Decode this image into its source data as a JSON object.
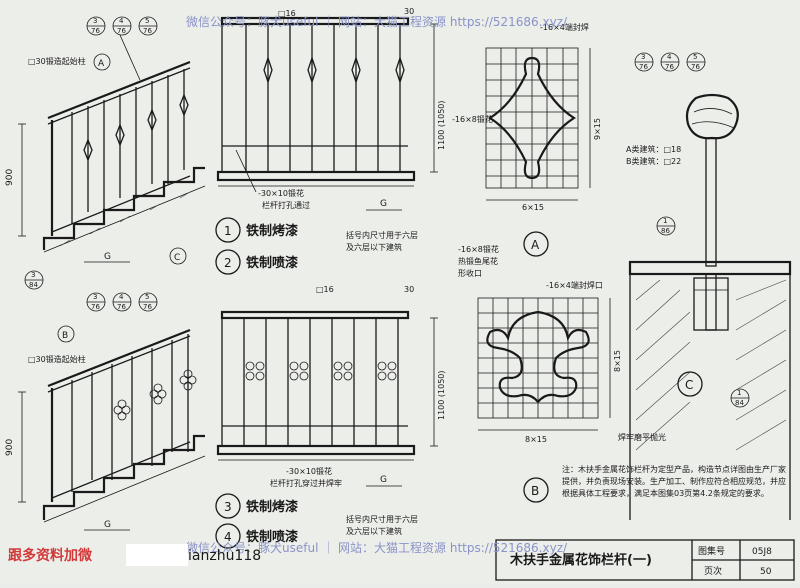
{
  "watermark_top": "微信公众号：豚犬useful ｜ 网站：大猫工程资源 https://521686.xyz/",
  "watermark_bottom": "微信公众号：豚犬useful ｜ 网站：大猫工程资源 https://521686.xyz/",
  "watermark_promo": "跟多资料加微",
  "watermark_id": "ianzhu118",
  "label_start_post_a": "□30锻造起始柱",
  "label_start_post_b": "□30锻造起始柱",
  "label_900": "900",
  "label_1100_1050": "1100 (1050)",
  "label_G": "G",
  "label_sq16": "□16",
  "label_30": "30",
  "label_flatbar_top": "-30×10锻花",
  "label_flatbar_top2": "栏杆打孔通过",
  "label_flatbar_bot": "-30×10锻花",
  "label_flatbar_bot2": "栏杆打孔穿过并焊牢",
  "label_paren_top": "括号内尺寸用于六层",
  "label_paren_top2": "及六层以下建筑",
  "label_paren_bot": "括号内尺寸用于六层",
  "label_paren_bot2": "及六层以下建筑",
  "variants": [
    {
      "num": "1",
      "text": "铁制烤漆"
    },
    {
      "num": "2",
      "text": "铁制喷漆"
    },
    {
      "num": "3",
      "text": "铁制烤漆"
    },
    {
      "num": "4",
      "text": "铁制喷漆"
    }
  ],
  "refs": {
    "r3_76": {
      "top": "3",
      "bot": "76"
    },
    "r4_76": {
      "top": "4",
      "bot": "76"
    },
    "r5_76": {
      "top": "5",
      "bot": "76"
    },
    "r3_84": {
      "top": "3",
      "bot": "84"
    },
    "r1_86": {
      "top": "1",
      "bot": "86"
    },
    "r1_84": {
      "top": "1",
      "bot": "84"
    }
  },
  "callout_A": "A",
  "callout_B": "B",
  "callout_C": "C",
  "detail_A_label": "-16×8锻花",
  "detail_A_dim_h": "6×15",
  "detail_A_dim_v": "9×15",
  "detail_A_top": "-16×4端封焊",
  "detail_B_label": "-16×8锻花",
  "detail_B_label2": "热锻鱼尾花",
  "detail_B_label3": "形收口",
  "detail_B_top": "-16×4端封焊口",
  "detail_B_dim_h": "8×15",
  "detail_B_dim_v": "8×15",
  "detail_C_A": "A类建筑：□18",
  "detail_C_B": "B类建筑：□22",
  "detail_C_weld": "焊牢磨平抛光",
  "note_text": "注：木扶手金属花饰栏杆为定型产品，构造节点详图由生产厂家提供，并负责现场安装。生产加工、制作应符合相应规范，并应根据具体工程要求，满足本图集03页第4.2条规定的要求。",
  "title_block": {
    "title": "木扶手金属花饰栏杆(一)",
    "atlas_label": "图集号",
    "atlas_value": "05J8",
    "page_label": "页次",
    "page_value": "50"
  }
}
